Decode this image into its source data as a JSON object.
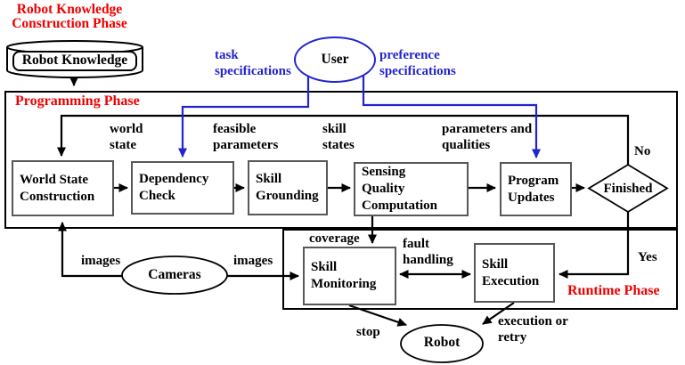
{
  "phases": {
    "construction": {
      "label": "Robot Knowledge Construction Phase"
    },
    "programming": {
      "label": "Programming Phase"
    },
    "runtime": {
      "label": "Runtime Phase"
    }
  },
  "nodes": {
    "robot_knowledge": "Robot Knowledge",
    "user": "User",
    "world_state_construction": "World State Construction",
    "dependency_check": "Dependency Check",
    "skill_grounding": "Skill Grounding",
    "sensing_quality_computation": "Sensing Quality Computation",
    "program_updates": "Program Updates",
    "finished": "Finished",
    "skill_monitoring": "Skill Monitoring",
    "skill_execution": "Skill Execution",
    "cameras": "Cameras",
    "robot": "Robot"
  },
  "edge_labels": {
    "task_specifications": "task specifications",
    "preference_specifications": "preference specifications",
    "world_state": "world state",
    "feasible_parameters": "feasible parameters",
    "skill_states": "skill states",
    "parameters_and_qualities": "parameters and qualities",
    "no": "No",
    "yes": "Yes",
    "images_left": "images",
    "images_right": "images",
    "coverage": "coverage",
    "fault_handling": "fault handling",
    "stop": "stop",
    "execution_or_retry": "execution or retry"
  },
  "colors": {
    "phase_label_red": "#ee0000",
    "user_flow_blue": "#2424cc",
    "line_black": "#000000",
    "node_border_gray": "#585858"
  }
}
